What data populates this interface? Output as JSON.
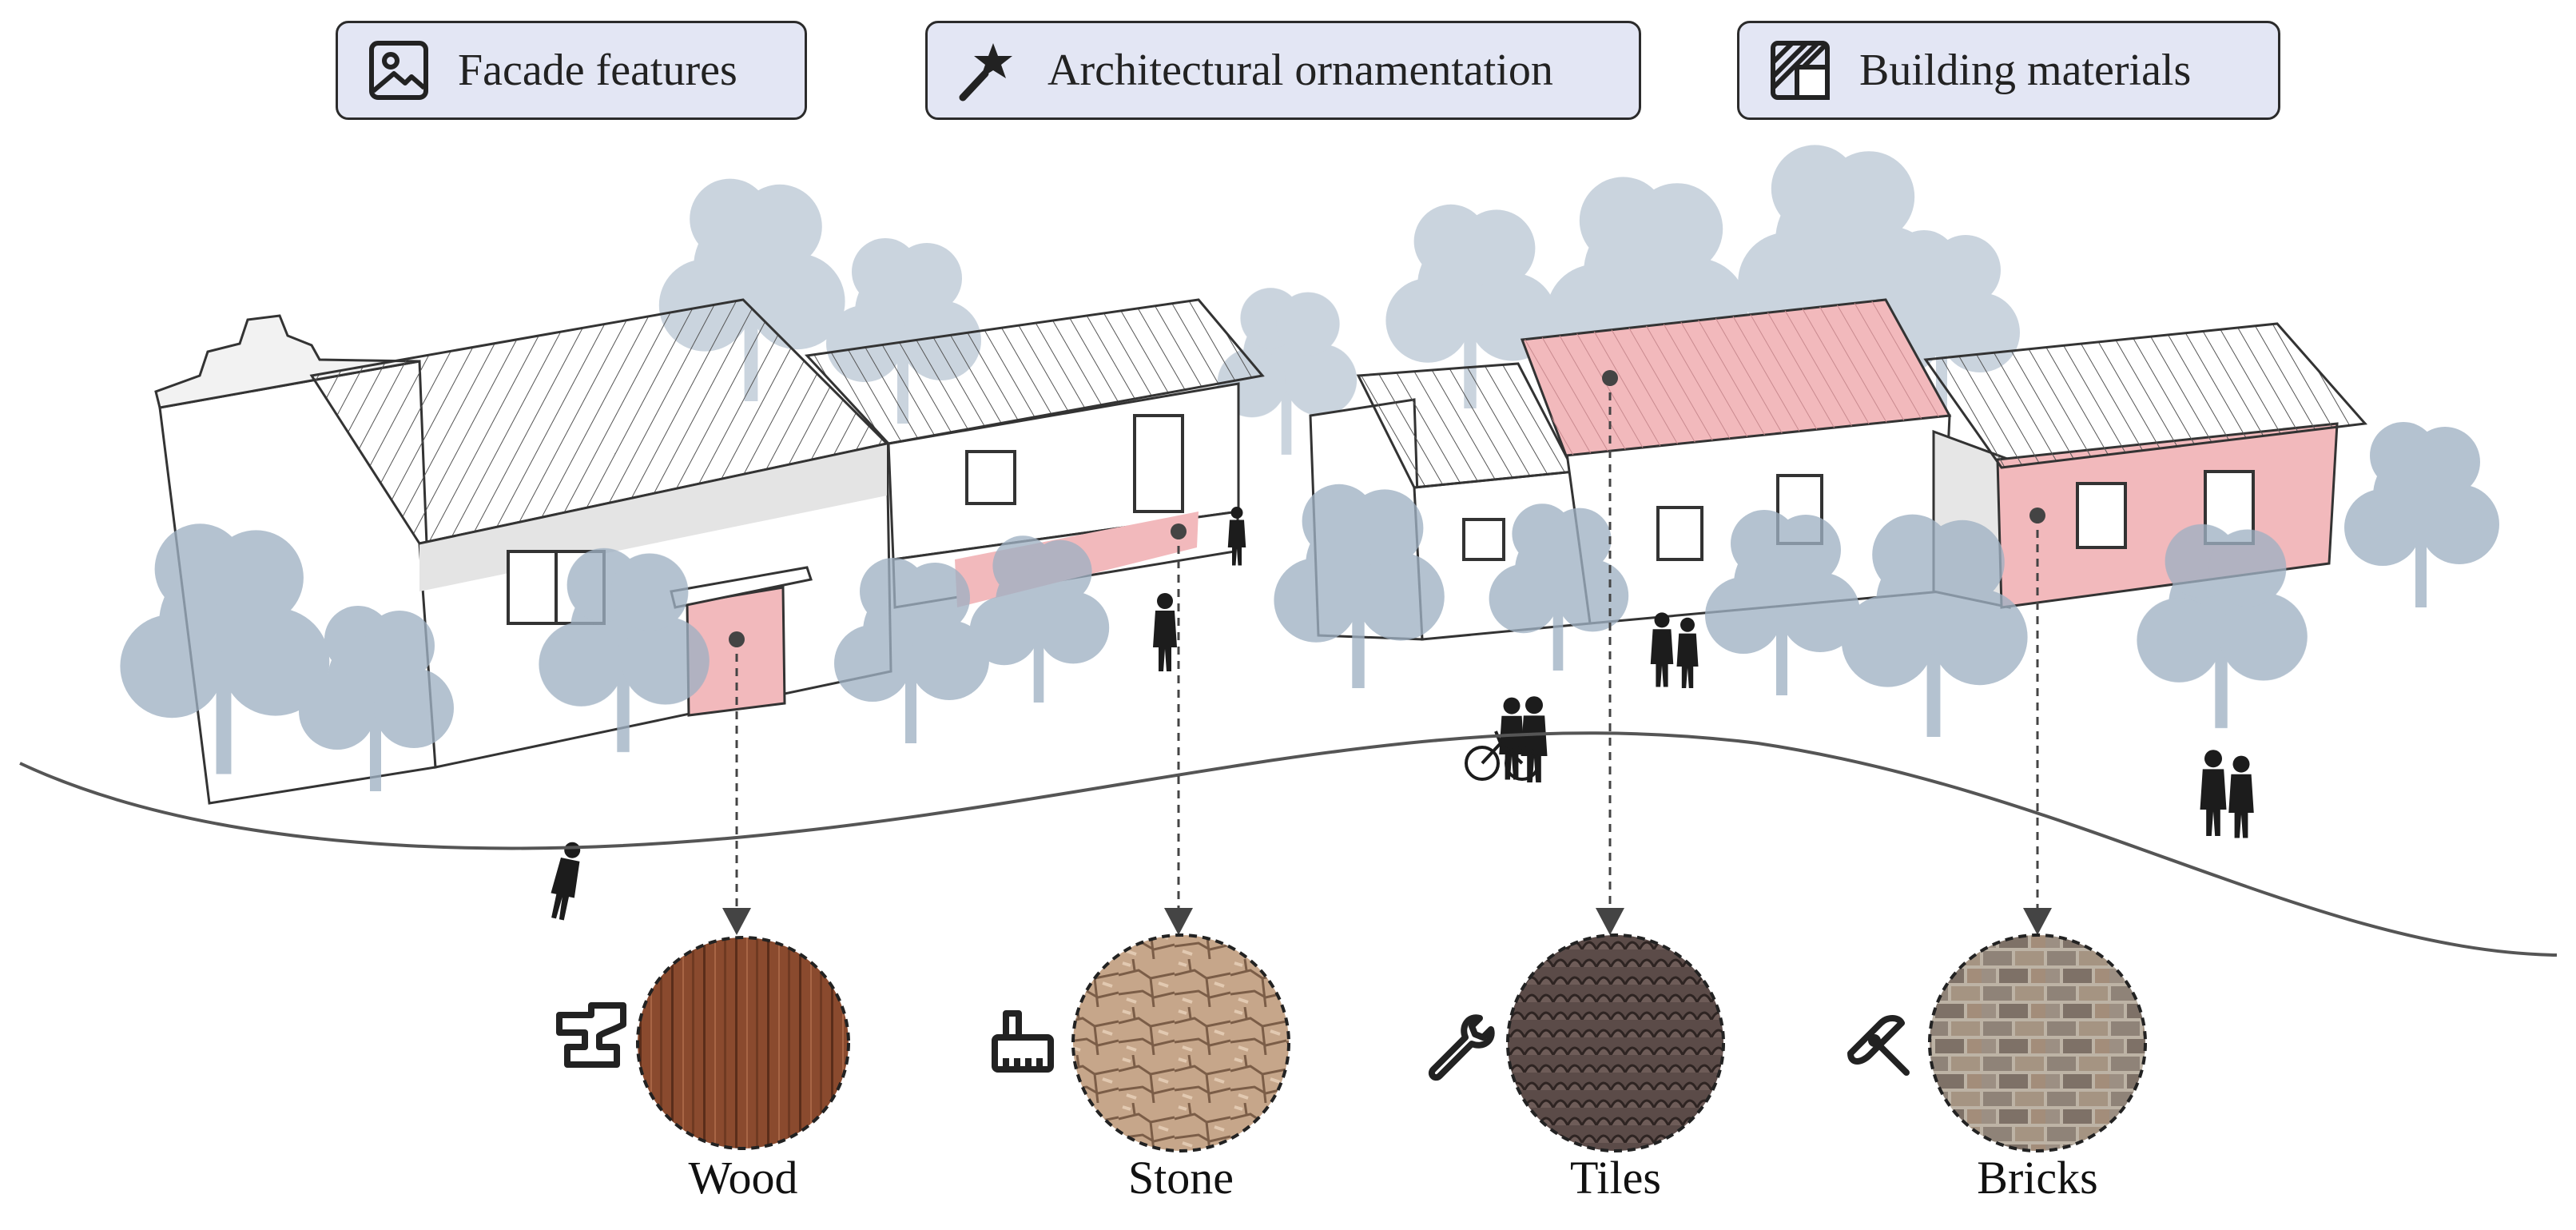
{
  "categories": [
    {
      "label": "Facade features",
      "icon": "image-icon"
    },
    {
      "label": "Architectural ornamentation",
      "icon": "magic-wand-icon"
    },
    {
      "label": "Building materials",
      "icon": "hatched-square-icon"
    }
  ],
  "materials": [
    {
      "label": "Wood",
      "icon": "anvil-icon",
      "texture": "wood-texture",
      "color": "#8a4a2e"
    },
    {
      "label": "Stone",
      "icon": "brush-icon",
      "texture": "stone-texture",
      "color": "#c6a68a"
    },
    {
      "label": "Tiles",
      "icon": "wrench-icon",
      "texture": "roof-tile-texture",
      "color": "#5b4b48"
    },
    {
      "label": "Bricks",
      "icon": "pocket-knife-icon",
      "texture": "brick-texture",
      "color": "#8f8378"
    }
  ],
  "colors": {
    "highlight": "#f2b9bc",
    "tree": "#9fb1c3",
    "chip_background": "#e3e6f4",
    "outline": "#2b2b2b"
  }
}
